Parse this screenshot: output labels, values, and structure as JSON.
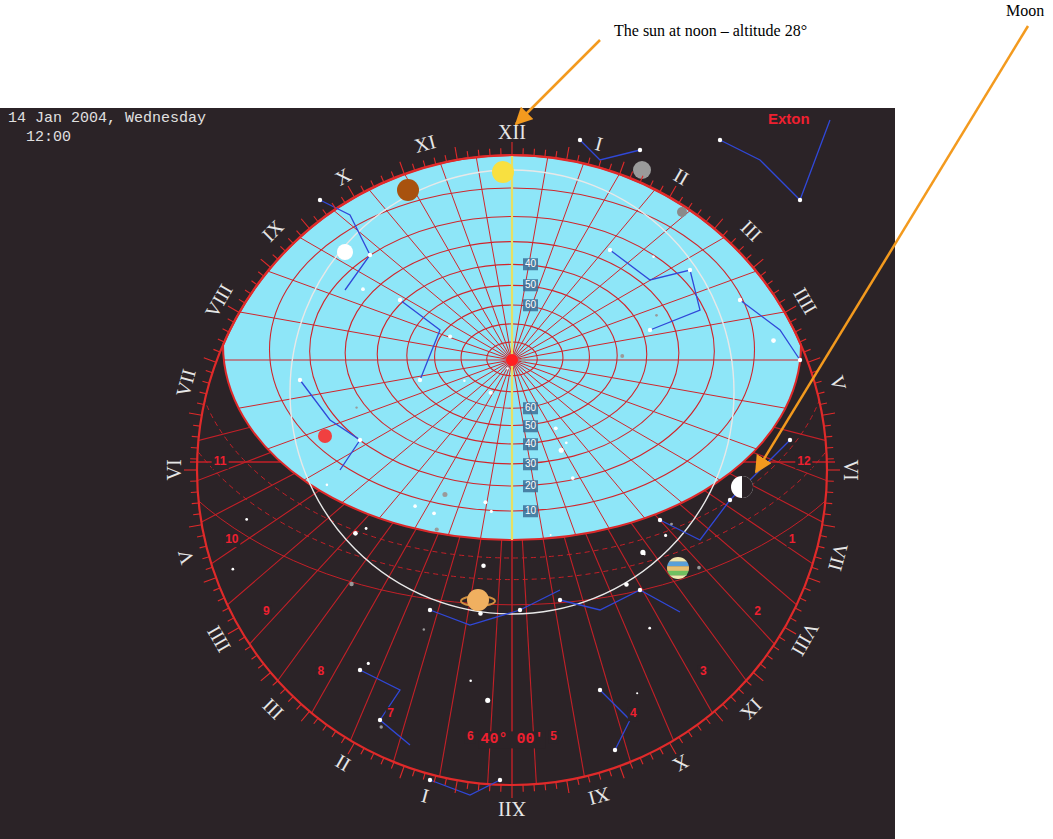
{
  "diagram": {
    "labels": [
      "The sun at noon – altitude 28°",
      "Moon",
      "14 Jan 2004, Wednesday",
      "12:00",
      "Exton",
      "XII",
      "I",
      "II",
      "III",
      "IIII",
      "V",
      "VI",
      "VII",
      "VIII",
      "IX",
      "X",
      "XI",
      "XII",
      "I",
      "II",
      "III",
      "IIII",
      "V",
      "VI",
      "VII",
      "VIII",
      "IX",
      "X",
      "XI",
      "40° 00'",
      "40",
      "50",
      "60",
      "60",
      "50",
      "40",
      "30",
      "20",
      "10",
      "11",
      "10",
      "9",
      "8",
      "7",
      "6",
      "5",
      "4",
      "3",
      "2",
      "1",
      "12"
    ]
  }
}
